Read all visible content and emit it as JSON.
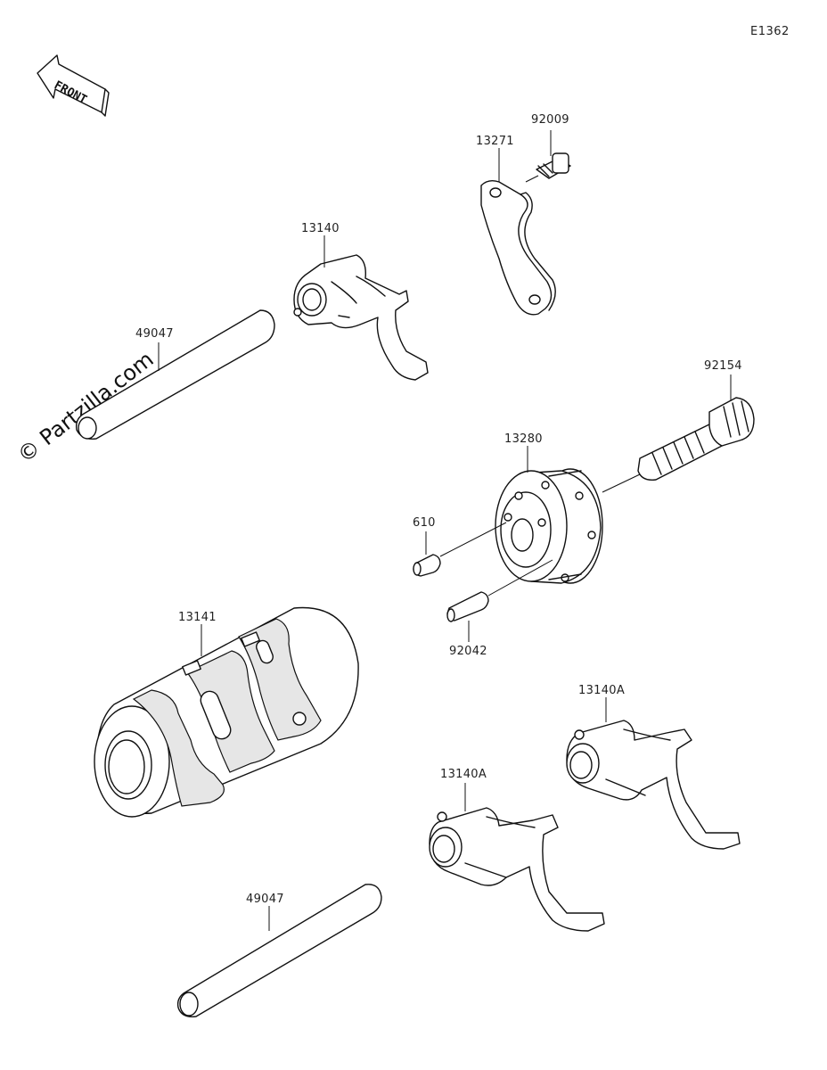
{
  "diagram": {
    "code": "E1362",
    "front_label": "FRONT",
    "watermark": "© Partzilla.com",
    "parts": {
      "p92009": "92009",
      "p13271": "13271",
      "p13140": "13140",
      "p49047_top": "49047",
      "p92154": "92154",
      "p13280": "13280",
      "p610": "610",
      "p92042": "92042",
      "p13141": "13141",
      "p13140A_right": "13140A",
      "p13140A_left": "13140A",
      "p49047_bottom": "49047"
    }
  }
}
